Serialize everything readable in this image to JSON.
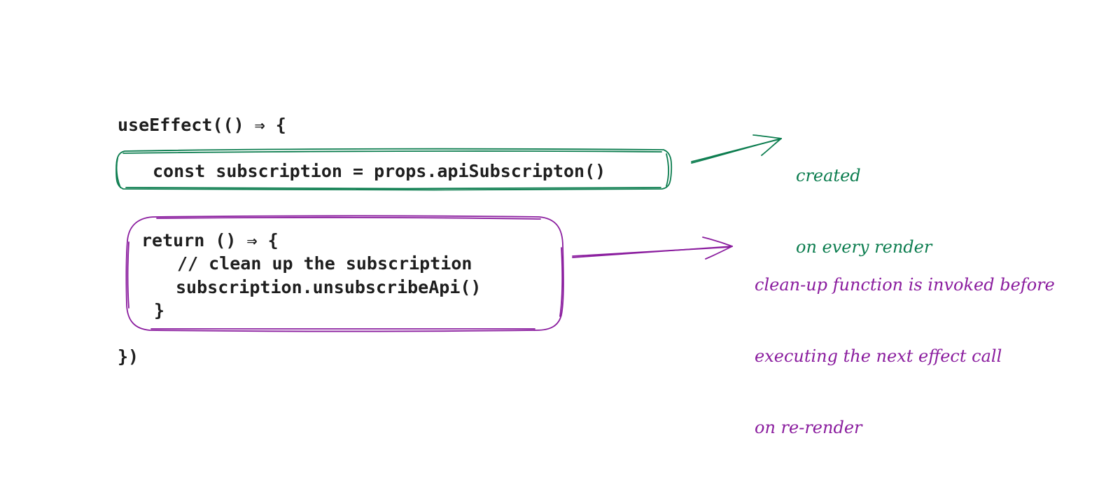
{
  "code": {
    "open_line": "useEffect(() ⇒ {",
    "subscription_line": "const subscription = props.apiSubscripton()",
    "return_line": "return () ⇒ {",
    "comment_line": "// clean up the subscription",
    "unsubscribe_line": "subscription.unsubscribeApi()",
    "inner_close": "}",
    "close_line": "})"
  },
  "annotations": {
    "created": {
      "line1": "created",
      "line2": "on every render",
      "color": "#0c7d4f"
    },
    "cleanup": {
      "line1": "clean-up function is invoked before",
      "line2": "executing the next effect call",
      "line3": "on re-render",
      "color": "#8a1c9e"
    }
  }
}
